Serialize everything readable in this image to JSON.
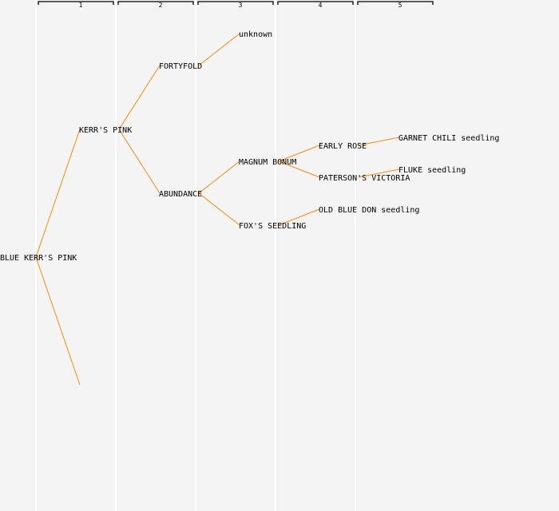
{
  "generations": [
    "1",
    "2",
    "3",
    "4",
    "5"
  ],
  "colors": {
    "edge": "#ff8c00",
    "highlight": "#0000ff",
    "text": "#000000",
    "column_line": "#ffffff"
  },
  "nodes": [
    {
      "label": "BLUE KERR'S PINK",
      "generation": 0,
      "parent": null
    },
    {
      "label": "KERR'S PINK",
      "generation": 1,
      "parent": 0
    },
    {
      "label": "",
      "generation": 1,
      "parent": 0
    },
    {
      "label": "FORTYFOLD",
      "generation": 2,
      "parent": 1
    },
    {
      "label": "ABUNDANCE",
      "generation": 2,
      "parent": 1
    },
    {
      "label": "unknown",
      "generation": 3,
      "parent": 3
    },
    {
      "label": "MAGNUM BONUM",
      "generation": 3,
      "parent": 4,
      "highlight": true
    },
    {
      "label": "FOX'S SEEDLING",
      "generation": 3,
      "parent": 4
    },
    {
      "label": "EARLY ROSE",
      "generation": 4,
      "parent": 6
    },
    {
      "label": "PATERSON'S VICTORIA",
      "generation": 4,
      "parent": 6
    },
    {
      "label": "OLD BLUE DON seedling",
      "generation": 4,
      "parent": 7
    },
    {
      "label": "GARNET CHILI seedling",
      "generation": 5,
      "parent": 8
    },
    {
      "label": "FLUKE seedling",
      "generation": 5,
      "parent": 9
    }
  ]
}
